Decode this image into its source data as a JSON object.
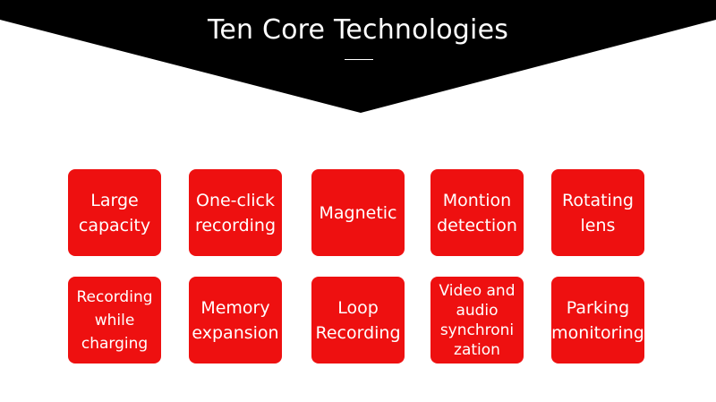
{
  "header": {
    "title": "Ten Core Technologies"
  },
  "colors": {
    "banner": "#000000",
    "tile": "#ee1010",
    "text": "#ffffff",
    "background": "#ffffff"
  },
  "tiles": [
    {
      "label": "Large\ncapacity"
    },
    {
      "label": "One-click\nrecording"
    },
    {
      "label": "Magnetic"
    },
    {
      "label": "Montion\ndetection"
    },
    {
      "label": "Rotating\nlens"
    },
    {
      "label": "Recording\nwhile\ncharging"
    },
    {
      "label": "Memory\nexpansion"
    },
    {
      "label": "Loop\nRecording"
    },
    {
      "label": "Video and\naudio\nsynchroni\nzation"
    },
    {
      "label": "Parking\nmonitoring"
    }
  ]
}
